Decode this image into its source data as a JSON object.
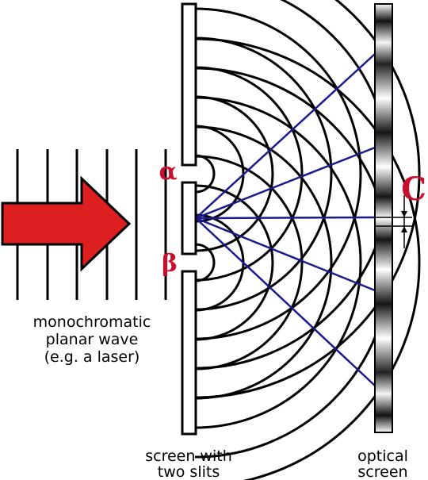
{
  "labels": {
    "wave_line1": "monochromatic",
    "wave_line2": "planar wave",
    "wave_line3": "(e.g. a laser)",
    "slits_line1": "screen with",
    "slits_line2": "two slits",
    "optical_line1": "optical",
    "optical_line2": "screen",
    "slit_top": "α",
    "slit_bottom": "β",
    "spacing": "C"
  },
  "colors": {
    "arrow": "#dd1f1f",
    "rays": "#1a1a8c",
    "letters": "#c8102e",
    "lines": "#000000"
  },
  "wavefront_count": 6,
  "wavelet_count_per_slit": 8,
  "ray_count": 5,
  "icons": [
    "red-arrow-icon"
  ]
}
